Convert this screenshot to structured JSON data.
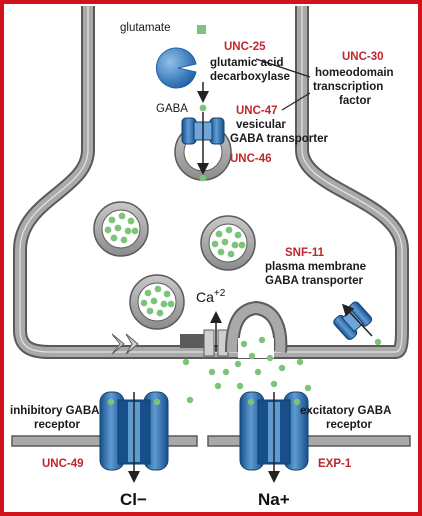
{
  "labels": {
    "glutamate": "glutamate",
    "unc25": "UNC-25",
    "gad_line1": "glutamic acid",
    "gad_line2": "decarboxylase",
    "unc30": "UNC-30",
    "homeo_line1": "homeodomain",
    "homeo_line2": "transcription",
    "homeo_line3": "factor",
    "gaba": "GABA",
    "unc47": "UNC-47",
    "vgat_line1": "vesicular",
    "vgat_line2": "GABA transporter",
    "unc46": "UNC-46",
    "snf11": "SNF-11",
    "pmt_line1": "plasma membrane",
    "pmt_line2": "GABA transporter",
    "ca_base": "Ca",
    "ca_charge": "+2",
    "inhib_line1": "inhibitory GABA",
    "inhib_line2": "receptor",
    "unc49": "UNC-49",
    "excit_line1": "excitatory GABA",
    "excit_line2": "receptor",
    "exp1": "EXP-1",
    "cl_ion": "Cl−",
    "na_ion": "Na+"
  },
  "colors": {
    "frame": "#d0141c",
    "membrane_fill": "#a9a9a9",
    "membrane_edge": "#5a5a5a",
    "gaba_dot": "#7cc47a",
    "protein_blue": "#1f63a8",
    "protein_light": "#6fa6d9",
    "gene_red": "#c0262d"
  },
  "icons": {
    "enzyme": "pacman-enzyme-icon",
    "glutamate": "green-square-icon",
    "channel": "ion-channel-icon"
  }
}
